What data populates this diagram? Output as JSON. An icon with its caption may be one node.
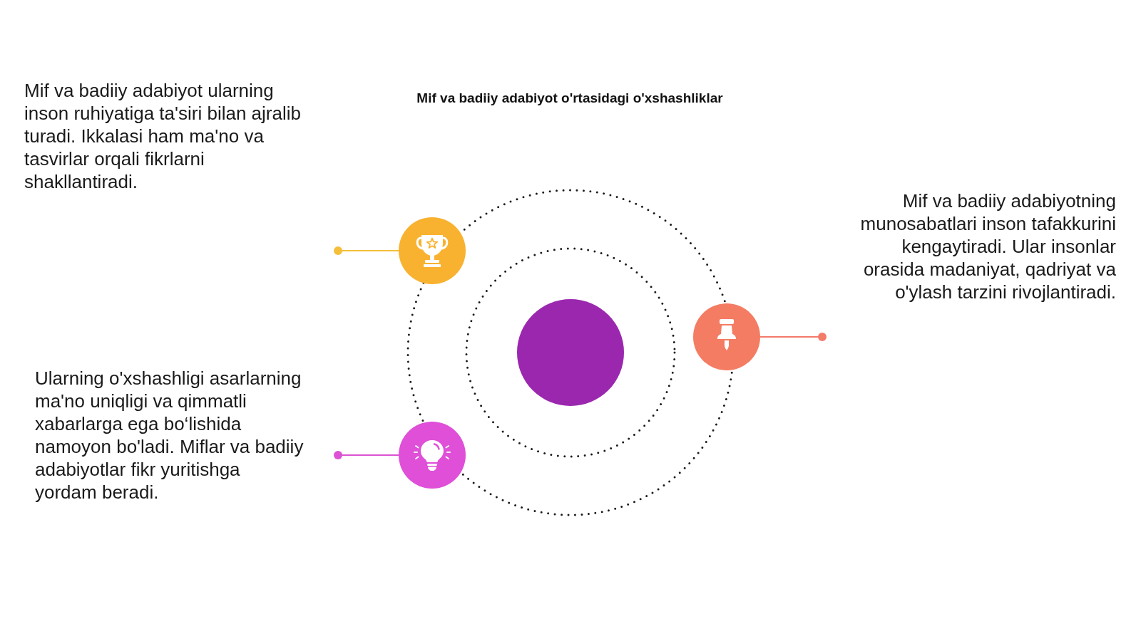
{
  "diagram": {
    "title": "Mif va badiiy adabiyot o'rtasidagi o'xshashliklar",
    "nodes": [
      {
        "text": [],
        "shape": "circle"
      },
      {
        "text": [],
        "shape": "circle"
      },
      {
        "text": [],
        "shape": "circle"
      },
      {
        "text": [],
        "shape": "circle"
      }
    ],
    "edges": [
      {
        "from": 0,
        "to": null,
        "arrow": "other",
        "color": "#f6bf3a"
      },
      {
        "from": 1,
        "to": null,
        "arrow": "other",
        "color": "#f47a6a"
      },
      {
        "from": 3,
        "to": null,
        "arrow": "other",
        "color": "#dc52d4"
      }
    ],
    "labels": [
      "Mif va badiiy adabiyot ularning inson ruhiyatiga ta'siri bilan ajralib turadi. Ikkalasi ham ma'no va tasvirlar orqali fikrlarni shakllantiradi.",
      "Mif va badiiy adabiyotning munosabatlari inson tafakkurini kengaytiradi. Ular insonlar orasida madaniyat, qadriyat va o'ylash tarzini rivojlantiradi.",
      "Ularning o'xshashligi asarlarning ma'no uniqligi va qimmatli xabarlarga ega bo‘lishida namoyon bo'ladi. Miflar va badiiy adabiyotlar fikr yuritishga yordam beradi."
    ]
  }
}
